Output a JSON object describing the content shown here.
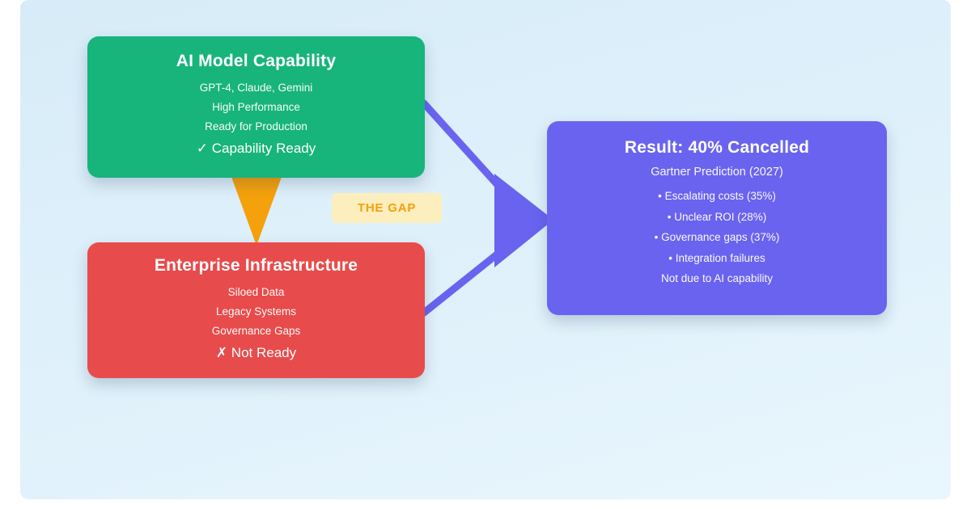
{
  "gap_label": "THE GAP",
  "boxes": {
    "capability": {
      "title": "AI Model Capability",
      "lines": [
        "GPT-4, Claude, Gemini",
        "High Performance",
        "Ready for Production"
      ],
      "status": "✓ Capability Ready"
    },
    "infrastructure": {
      "title": "Enterprise Infrastructure",
      "lines": [
        "Siloed Data",
        "Legacy Systems",
        "Governance Gaps"
      ],
      "status": "✗ Not Ready"
    },
    "result": {
      "title": "Result: 40% Cancelled",
      "subtitle": "Gartner Prediction (2027)",
      "lines": [
        "• Escalating costs (35%)",
        "• Unclear ROI (28%)",
        "• Governance gaps (37%)",
        "• Integration failures",
        "Not due to AI capability"
      ]
    }
  },
  "colors": {
    "green": "#17b47c",
    "red": "#e84b4b",
    "purple": "#6a63f0",
    "orange": "#f5a10b",
    "gap-bg": "#fdeebd",
    "panel-top": "#d7ecf8",
    "panel-mid": "#e0f1fb",
    "panel-bottom": "#e9f6fd"
  }
}
